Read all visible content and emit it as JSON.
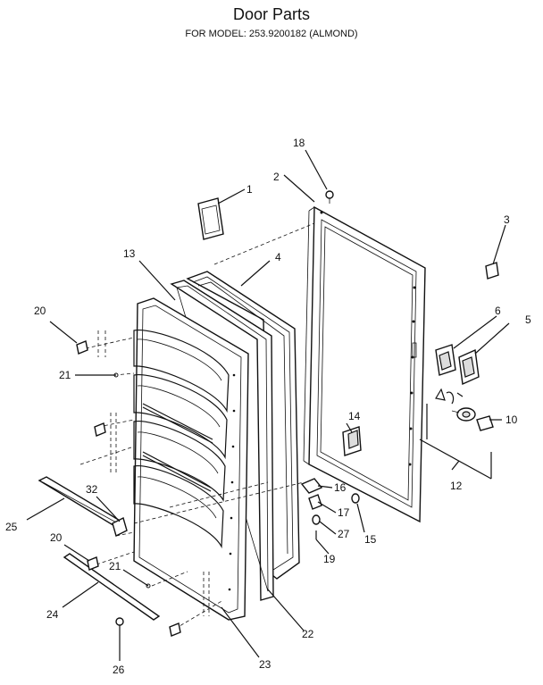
{
  "header": {
    "title": "Door Parts",
    "subtitle": "FOR MODEL: 253.9200182 (ALMOND)"
  },
  "callouts": {
    "c1": "1",
    "c2": "2",
    "c3": "3",
    "c4": "4",
    "c5": "5",
    "c6": "6",
    "c10": "10",
    "c12": "12",
    "c13": "13",
    "c14": "14",
    "c15": "15",
    "c16": "16",
    "c17": "17",
    "c18": "18",
    "c19": "19",
    "c20a": "20",
    "c20b": "20",
    "c21a": "21",
    "c21b": "21",
    "c22": "22",
    "c23": "23",
    "c24": "24",
    "c25": "25",
    "c26": "26",
    "c27": "27",
    "c32": "32"
  }
}
